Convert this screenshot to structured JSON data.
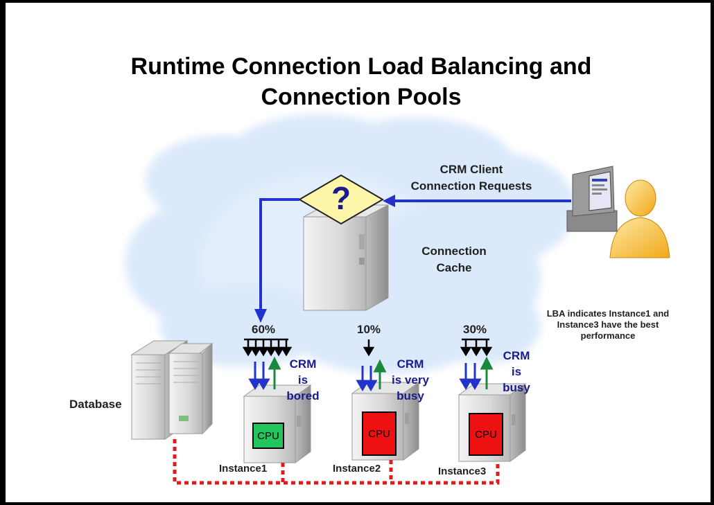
{
  "title": {
    "line1": "Runtime Connection Load Balancing and",
    "line2": "Connection Pools"
  },
  "labels": {
    "crm_client": "CRM Client",
    "connection_requests": "Connection Requests",
    "connection": "Connection",
    "cache": "Cache",
    "lba_note": [
      "LBA indicates Instance1 and",
      "Instance3 have the best",
      "performance"
    ],
    "database": "Database",
    "question_mark": "?"
  },
  "instances": [
    {
      "name": "Instance1",
      "percent": "60%",
      "cpu_label": "CPU",
      "cpu_color": "#22c55e",
      "status": [
        "CRM",
        "is",
        "bored"
      ]
    },
    {
      "name": "Instance2",
      "percent": "10%",
      "cpu_label": "CPU",
      "cpu_color": "#ee1111",
      "status": [
        "CRM",
        "is very",
        "busy"
      ]
    },
    {
      "name": "Instance3",
      "percent": "30%",
      "cpu_label": "CPU",
      "cpu_color": "#ee1111",
      "status": [
        "CRM",
        "is",
        "busy"
      ]
    }
  ],
  "colors": {
    "request_arrow": "#2233cc",
    "up_arrow": "#1a8a3a",
    "dotted_link": "#e21a1a",
    "cloud": "#dce9fb",
    "diamond": "#fdf6a8"
  }
}
